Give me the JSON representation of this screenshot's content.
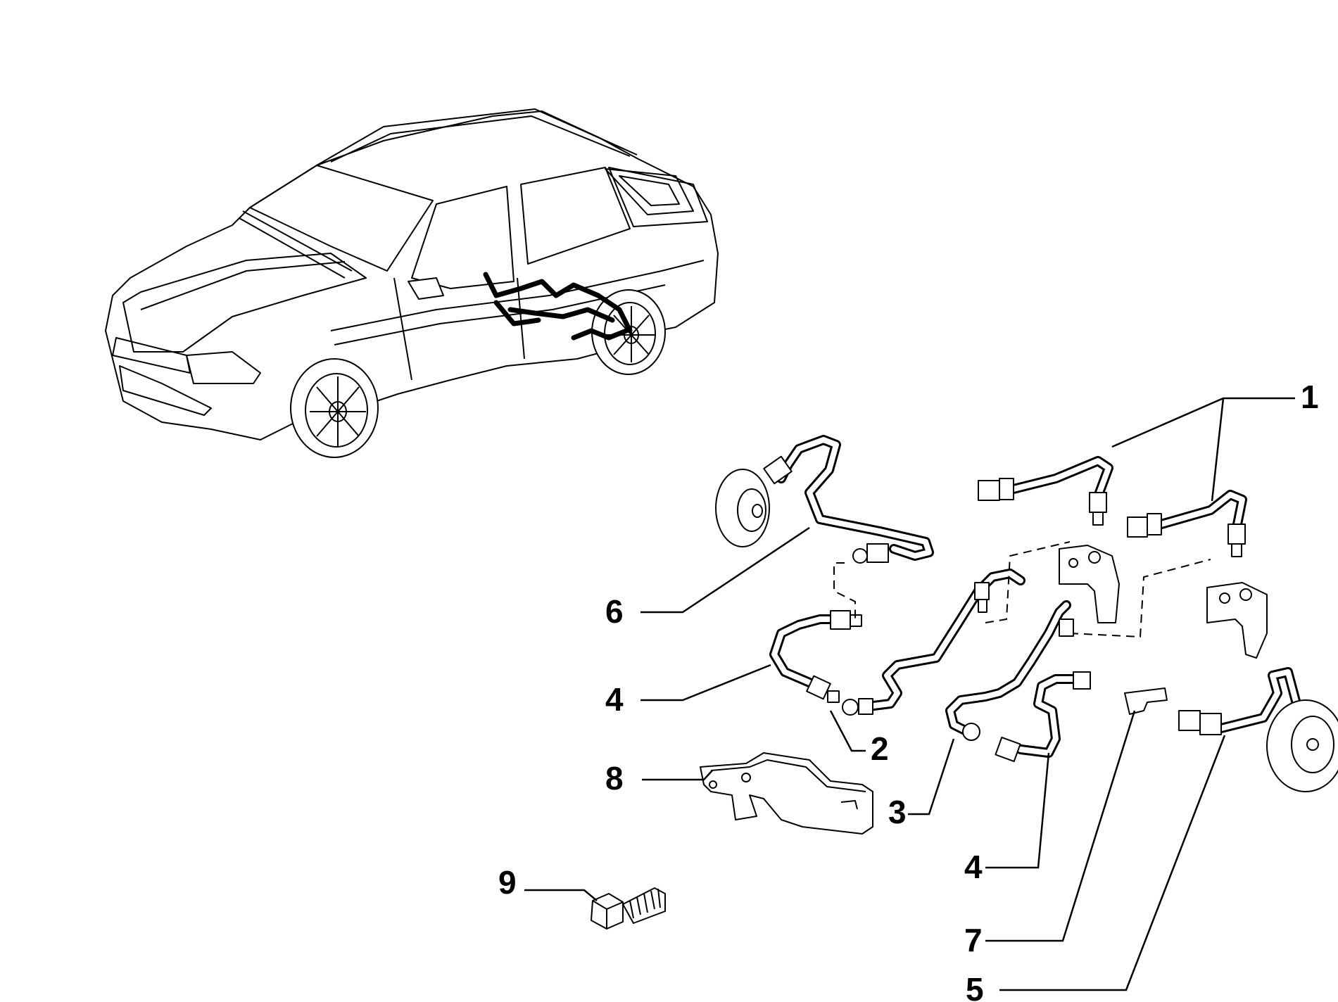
{
  "diagram": {
    "colors": {
      "line": "#000000",
      "background": "#ffffff"
    },
    "callouts": [
      {
        "id": "1",
        "label": "1"
      },
      {
        "id": "2",
        "label": "2"
      },
      {
        "id": "3",
        "label": "3"
      },
      {
        "id": "4a",
        "label": "4"
      },
      {
        "id": "4b",
        "label": "4"
      },
      {
        "id": "5",
        "label": "5"
      },
      {
        "id": "6",
        "label": "6"
      },
      {
        "id": "7",
        "label": "7"
      },
      {
        "id": "8",
        "label": "8"
      },
      {
        "id": "9",
        "label": "9"
      }
    ]
  }
}
